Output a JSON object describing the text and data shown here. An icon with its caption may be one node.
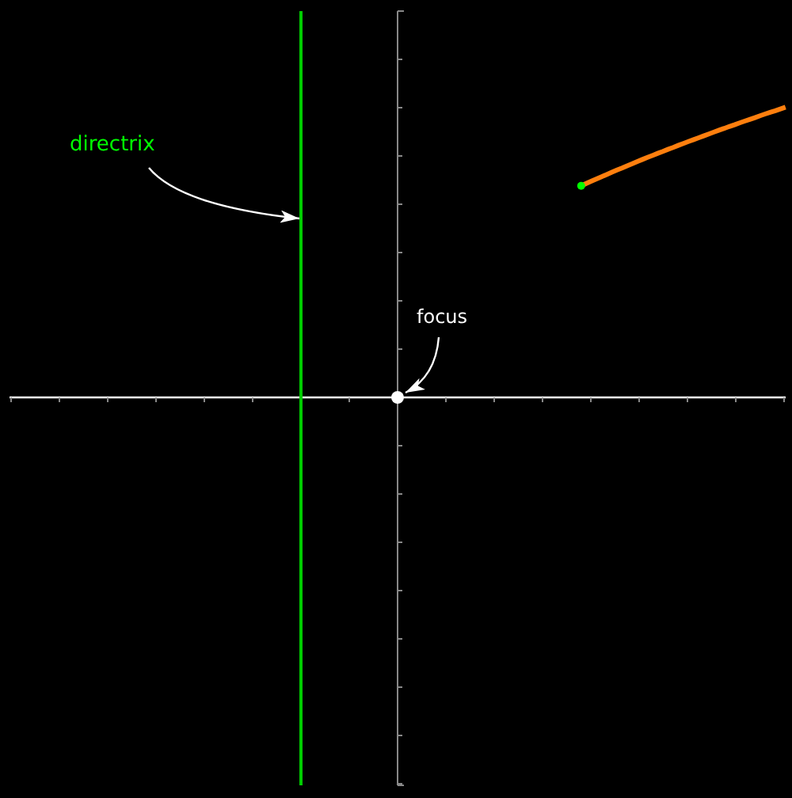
{
  "diagram": {
    "nodes": [
      {
        "text": [
          "directrix"
        ]
      },
      {
        "text": [],
        "shape": "line"
      },
      {
        "text": [
          "focus"
        ]
      },
      {
        "text": [],
        "shape": "circle"
      }
    ],
    "edges": [
      {
        "from": 0,
        "to": 1,
        "arrow": "to"
      },
      {
        "from": 2,
        "to": 3,
        "arrow": "to"
      }
    ]
  }
}
